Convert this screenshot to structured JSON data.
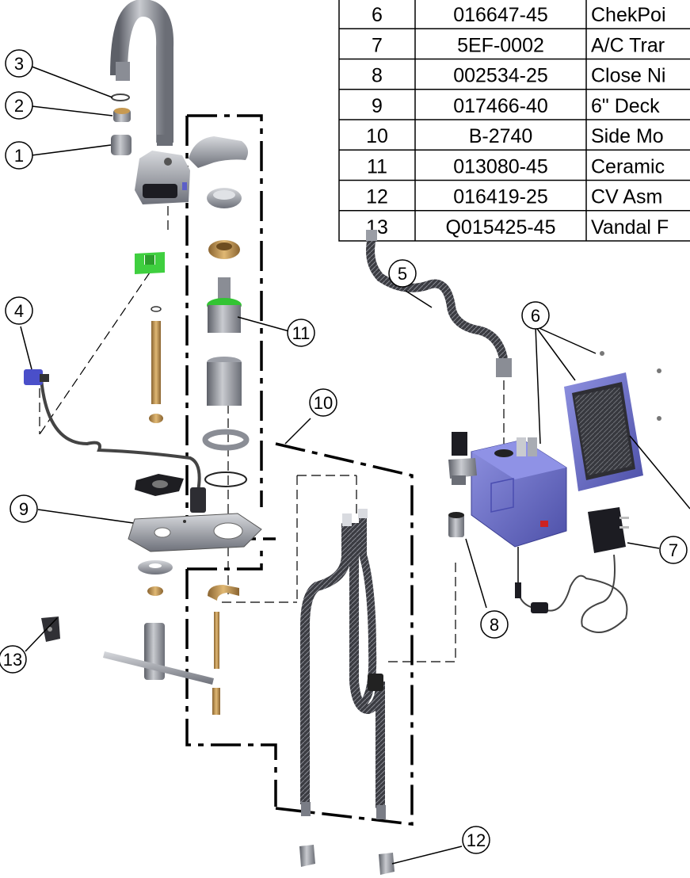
{
  "parts_table": {
    "rows": [
      {
        "item": "6",
        "part_no": "016647-45",
        "description": "ChekPoi"
      },
      {
        "item": "7",
        "part_no": "5EF-0002",
        "description": "A/C Trar"
      },
      {
        "item": "8",
        "part_no": "002534-25",
        "description": "Close Ni"
      },
      {
        "item": "9",
        "part_no": "017466-40",
        "description": "6\" Deck"
      },
      {
        "item": "10",
        "part_no": "B-2740",
        "description": "Side Mo"
      },
      {
        "item": "11",
        "part_no": "013080-45",
        "description": "Ceramic"
      },
      {
        "item": "12",
        "part_no": "016419-25",
        "description": "CV Asm"
      },
      {
        "item": "13",
        "part_no": "Q015425-45",
        "description": "Vandal F"
      }
    ]
  },
  "callouts": {
    "c1": "1",
    "c2": "2",
    "c3": "3",
    "c4": "4",
    "c5": "5",
    "c6": "6",
    "c7": "7",
    "c8": "8",
    "c9": "9",
    "c10": "10",
    "c11": "11",
    "c12": "12",
    "c13": "13"
  },
  "colors": {
    "chrome_dark": "#7a7d86",
    "chrome_light": "#c9cbd0",
    "brass": "#c79a52",
    "blue_box": "#6f72c9",
    "green_clip": "#3fcf3f",
    "hose": "#3a3a3f",
    "line": "#000000"
  }
}
